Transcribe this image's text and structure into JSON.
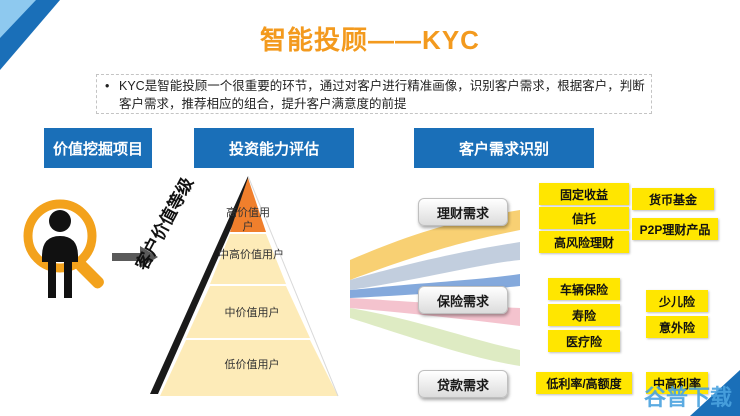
{
  "title": "智能投顾——KYC",
  "intro": "KYC是智能投顾一个很重要的环节，通过对客户进行精准画像，识别客户需求，根据客户，判断客户需求，推荐相应的组合，提升客户满意度的前提",
  "headers": {
    "value_mining": "价值挖掘项目",
    "capability": "投资能力评估",
    "needs": "客户需求识别"
  },
  "pyramid": {
    "axis_label": "客户价值等级",
    "tiers": [
      "高价值用户",
      "中高价值用户",
      "中价值用户",
      "低价值用户"
    ]
  },
  "categories": {
    "wealth": {
      "label": "理财需求",
      "products": [
        "固定收益",
        "信托",
        "高风险理财",
        "货币基金",
        "P2P理财产品"
      ]
    },
    "insurance": {
      "label": "保险需求",
      "products": [
        "车辆保险",
        "寿险",
        "医疗险",
        "少儿险",
        "意外险"
      ]
    },
    "loan": {
      "label": "贷款需求",
      "products": [
        "低利率/高额度",
        "中高利率"
      ]
    }
  },
  "watermark": "谷普下载",
  "colors": {
    "brand_blue": "#1a6fb8",
    "title_orange": "#f39a1e",
    "product_yellow": "#ffe600",
    "pyramid_top": "#f07f2c"
  }
}
